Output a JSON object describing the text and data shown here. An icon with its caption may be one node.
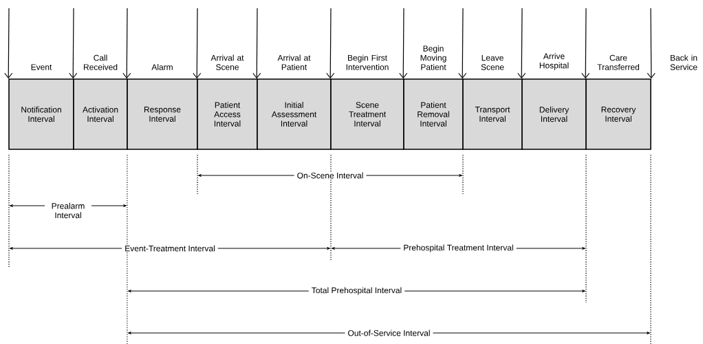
{
  "diagram": {
    "nodes": [
      {
        "text": [
          "Notification Interval"
        ]
      },
      {
        "text": [
          "Activation Interval"
        ]
      },
      {
        "text": [
          "Response Interval"
        ]
      },
      {
        "text": [
          "Patient Access Interval"
        ]
      },
      {
        "text": [
          "Initial Assessment Interval"
        ]
      },
      {
        "text": [
          "Scene Treatment Interval"
        ]
      },
      {
        "text": [
          "Patient Removal Interval"
        ]
      },
      {
        "text": [
          "Transport Interval"
        ]
      },
      {
        "text": [
          "Delivery Interval"
        ]
      },
      {
        "text": [
          "Recovery Interval"
        ]
      }
    ],
    "edges": [
      {
        "from": null,
        "to": 0,
        "arrow": "to"
      },
      {
        "from": null,
        "to": 1,
        "arrow": "to"
      },
      {
        "from": null,
        "to": 2,
        "arrow": "to"
      },
      {
        "from": null,
        "to": 3,
        "arrow": "to"
      },
      {
        "from": null,
        "to": 4,
        "arrow": "to"
      },
      {
        "from": null,
        "to": 5,
        "arrow": "to"
      },
      {
        "from": null,
        "to": 6,
        "arrow": "to"
      },
      {
        "from": null,
        "to": 7,
        "arrow": "to"
      },
      {
        "from": null,
        "to": 8,
        "arrow": "to"
      },
      {
        "from": null,
        "to": 9,
        "arrow": "to"
      },
      {
        "from": null,
        "to": 9,
        "arrow": "to"
      }
    ],
    "labels": [
      "Event",
      "Call Received",
      "Alarm",
      "Arrival at Scene",
      "Arrival at Patient",
      "Begin First Intervention",
      "Begin Moving Patient",
      "Leave Scene",
      "Arrive Hospital",
      "Care Transferred",
      "Back in Service",
      "On-Scene Interval",
      "Prealarm Interval",
      "Event-Treatment Interval",
      "Prehospital Treatment Interval",
      "Total Prehospital Interval",
      "Out-of-Service Interval"
    ]
  }
}
